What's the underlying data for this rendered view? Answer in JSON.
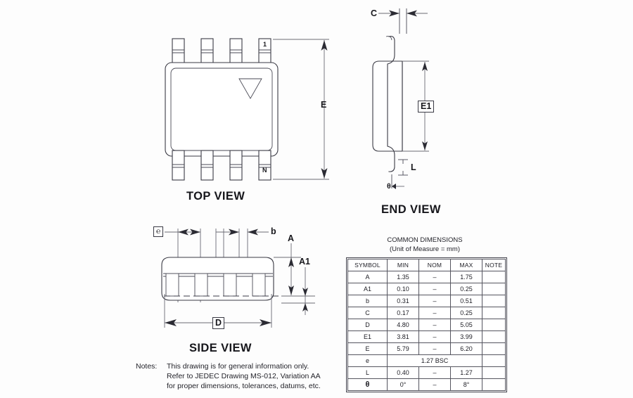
{
  "views": {
    "top": {
      "title": "TOP VIEW",
      "pin_first": "1",
      "pin_last": "N",
      "dim_e": "E"
    },
    "end": {
      "title": "END VIEW",
      "dim_c": "C",
      "dim_e1": "E1",
      "dim_l": "L",
      "dim_theta": "θ"
    },
    "side": {
      "title": "SIDE VIEW",
      "dim_e_pitch": "℮",
      "dim_b": "b",
      "dim_a": "A",
      "dim_a1": "A1",
      "dim_d": "D"
    }
  },
  "notes": {
    "label": "Notes:",
    "lines": [
      "This drawing is for general information only.",
      "Refer to JEDEC Drawing MS-012, Variation AA",
      "for proper dimensions, tolerances, datums, etc."
    ]
  },
  "table": {
    "title": "COMMON DIMENSIONS",
    "subtitle": "(Unit of Measure = mm)",
    "headers": [
      "SYMBOL",
      "MIN",
      "NOM",
      "MAX",
      "NOTE"
    ],
    "rows": [
      {
        "symbol": "A",
        "min": "1.35",
        "nom": "–",
        "max": "1.75",
        "note": ""
      },
      {
        "symbol": "A1",
        "min": "0.10",
        "nom": "–",
        "max": "0.25",
        "note": ""
      },
      {
        "symbol": "b",
        "min": "0.31",
        "nom": "–",
        "max": "0.51",
        "note": ""
      },
      {
        "symbol": "C",
        "min": "0.17",
        "nom": "–",
        "max": "0.25",
        "note": ""
      },
      {
        "symbol": "D",
        "min": "4.80",
        "nom": "–",
        "max": "5.05",
        "note": ""
      },
      {
        "symbol": "E1",
        "min": "3.81",
        "nom": "–",
        "max": "3.99",
        "note": ""
      },
      {
        "symbol": "E",
        "min": "5.79",
        "nom": "–",
        "max": "6.20",
        "note": ""
      },
      {
        "symbol": "e",
        "span": "1.27 BSC",
        "note": ""
      },
      {
        "symbol": "L",
        "min": "0.40",
        "nom": "–",
        "max": "1.27",
        "note": ""
      },
      {
        "symbol": "θ",
        "min": "0°",
        "nom": "–",
        "max": "8°",
        "note": ""
      }
    ]
  },
  "colors": {
    "line": "#3a3a44",
    "background": "#fdfdfd",
    "text": "#17171c"
  }
}
